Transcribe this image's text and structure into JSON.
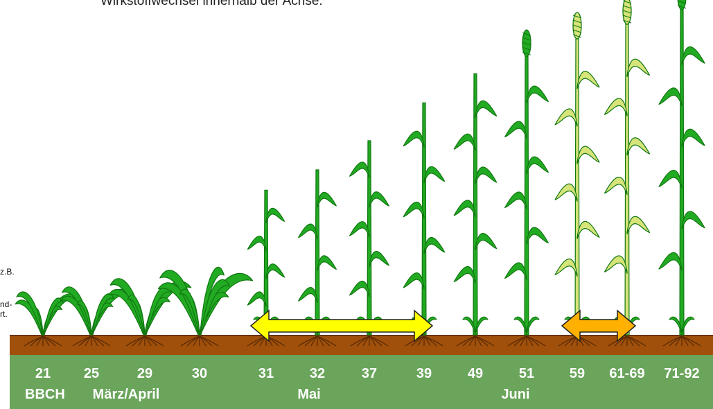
{
  "title_fragment": "Wirkstoffwechsel innerhalb der Achse.",
  "side_notes": [
    "z.B.",
    "nd-",
    "rt."
  ],
  "scale_label": "BBCH",
  "stages": [
    {
      "code": "21",
      "height": 0.12,
      "yellow": false
    },
    {
      "code": "25",
      "height": 0.15,
      "yellow": false
    },
    {
      "code": "29",
      "height": 0.2,
      "yellow": false
    },
    {
      "code": "30",
      "height": 0.25,
      "yellow": false
    },
    {
      "code": "31",
      "height": 0.38,
      "yellow": false
    },
    {
      "code": "32",
      "height": 0.45,
      "yellow": false
    },
    {
      "code": "37",
      "height": 0.55,
      "yellow": false
    },
    {
      "code": "39",
      "height": 0.68,
      "yellow": false
    },
    {
      "code": "49",
      "height": 0.78,
      "yellow": false
    },
    {
      "code": "51",
      "height": 0.84,
      "yellow": false
    },
    {
      "code": "59",
      "height": 0.9,
      "yellow": true
    },
    {
      "code": "61-69",
      "height": 0.95,
      "yellow": true
    },
    {
      "code": "71-92",
      "height": 1.0,
      "yellow": false
    }
  ],
  "months": [
    "März/April",
    "Mai",
    "Juni"
  ],
  "arrows": [
    {
      "from": "31",
      "to": "39",
      "color": "#ffff00"
    },
    {
      "from": "59",
      "to": "61-69",
      "color": "#ffb000"
    }
  ],
  "colors": {
    "plant_green": "#22aa22",
    "plant_dark": "#117711",
    "plant_yellow": "#d6e47a",
    "soil": "#a0500a",
    "band": "#6aa55b"
  }
}
